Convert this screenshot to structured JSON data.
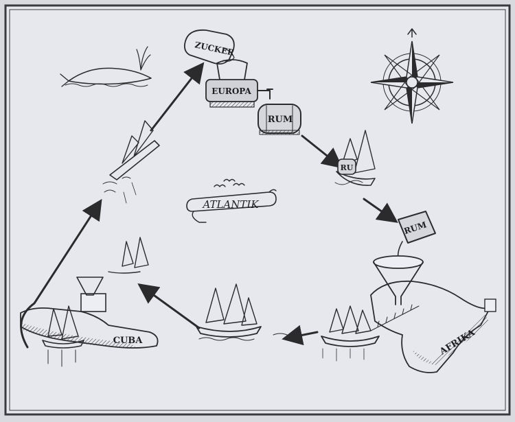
{
  "labels": {
    "zucker": "ZUCKER",
    "europa": "EUROPA",
    "rum_barrel": "RUM",
    "rum_ship": "RU",
    "rum_cask": "RUM",
    "atlantik": "ATLANTIK",
    "cuba": "CUBA",
    "afrika": "AFRIKA"
  },
  "colors": {
    "paper": "#e7e8ee",
    "ink": "#2b2b2e",
    "frame": "#3a3a3e"
  },
  "icons": [
    "whale-icon",
    "compass-rose-icon",
    "sailing-ship-icon",
    "sugar-sack-icon",
    "mortar-icon",
    "barrel-icon",
    "funnel-icon",
    "seagull-icon",
    "scroll-icon"
  ]
}
